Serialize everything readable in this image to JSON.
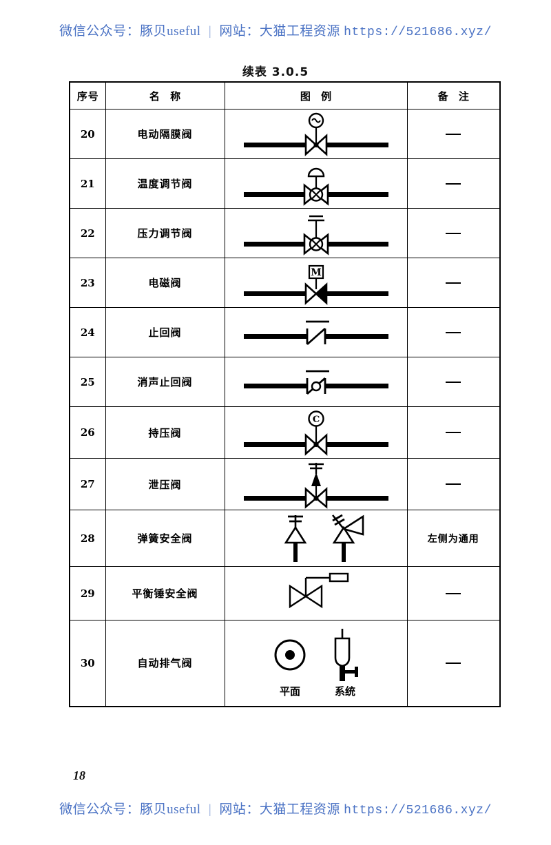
{
  "watermark": {
    "prefix": "微信公众号：豚贝useful",
    "separator": "|",
    "site": "网站：大猫工程资源",
    "url": "https://521686.xyz/",
    "color": "#4a72c4"
  },
  "table": {
    "title": "续表 3.0.5",
    "headers": {
      "no": "序号",
      "name": "名  称",
      "symbol": "图  例",
      "note": "备  注"
    },
    "rows": [
      {
        "no": "20",
        "name": "电动隔膜阀",
        "symbol_name": "electric-diaphragm-valve-symbol",
        "symbol_desc": "管道上蝶形阀体，阀杆上端为圆圈内含波浪线（~）",
        "note": "—"
      },
      {
        "no": "21",
        "name": "温度调节阀",
        "symbol_name": "temperature-control-valve-symbol",
        "symbol_desc": "管道上蝶形阀体中含圆圈与叉，阀杆上端为半圆顶帽",
        "note": "—"
      },
      {
        "no": "22",
        "name": "压力调节阀",
        "symbol_name": "pressure-control-valve-symbol",
        "symbol_desc": "管道上蝶形阀体中含圆圈与叉，阀杆上端为双横线",
        "note": "—"
      },
      {
        "no": "23",
        "name": "电磁阀",
        "symbol_name": "solenoid-valve-symbol",
        "symbol_desc": "管道上蝶形阀体（左侧实心），阀杆上端为方框内字母 M",
        "note": "—"
      },
      {
        "no": "24",
        "name": "止回阀",
        "symbol_name": "check-valve-symbol",
        "symbol_desc": "管道上 Z 形止回符号，上方一条短横线",
        "note": "—"
      },
      {
        "no": "25",
        "name": "消声止回阀",
        "symbol_name": "silent-check-valve-symbol",
        "symbol_desc": "管道上 Z 形止回符号中间加小圆圈，上方一条短横线",
        "note": "—"
      },
      {
        "no": "26",
        "name": "持压阀",
        "symbol_name": "pressure-sustaining-valve-symbol",
        "symbol_desc": "管道上蝶形阀体，阀杆上端为圆圈内字母 C",
        "note": "—"
      },
      {
        "no": "27",
        "name": "泄压阀",
        "symbol_name": "pressure-relief-valve-symbol",
        "symbol_desc": "管道上蝶形阀体，阀杆上为实心三角与弹簧横线",
        "note": "—"
      },
      {
        "no": "28",
        "name": "弹簧安全阀",
        "symbol_name": "spring-safety-valve-symbol",
        "symbol_desc": "左：竖立三角形加弹簧横线；右：倾斜三角形加弹簧斜线",
        "note": "左侧为通用"
      },
      {
        "no": "29",
        "name": "平衡锤安全阀",
        "symbol_name": "counterweight-safety-valve-symbol",
        "symbol_desc": "蝶形阀体，阀杆向上折出水平臂，端部为小矩形配重",
        "note": "—"
      },
      {
        "no": "30",
        "name": "自动排气阀",
        "symbol_name": "automatic-air-vent-valve-symbol",
        "symbol_desc": "左为平面视图圆圈内实心点，右为系统视图立式排气阀",
        "note": "—",
        "sub_labels": [
          "平面",
          "系统"
        ]
      }
    ]
  },
  "page_number": "18"
}
